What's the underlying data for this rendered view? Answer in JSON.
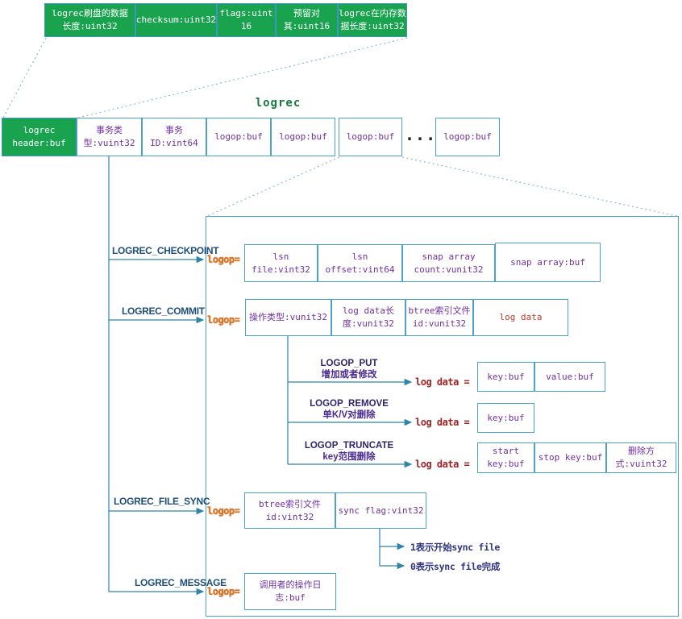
{
  "title": "logrec",
  "ellipsis": "...",
  "connectors": {
    "logop_eq": "logop=",
    "logdata_eq": "log data ="
  },
  "header_fields": [
    "logrec刷盘的数据\n长度:uint32",
    "checksum:uint32",
    "flags:uint\n16",
    "预留对\n其:uint16",
    "logrec在内存数\n据长度:uint32"
  ],
  "record_fields": [
    "logrec\nheader:buf",
    "事务类\n型:vuint32",
    "事务\nID:vint64",
    "logop:buf",
    "logop:buf",
    "logop:buf",
    "logop:buf"
  ],
  "sections": {
    "checkpoint": {
      "label": "LOGREC_CHECKPOINT",
      "fields": [
        "lsn\nfile:vint32",
        "lsn\noffset:vint64",
        "snap array\ncount:vunit32",
        "snap array:buf"
      ]
    },
    "commit": {
      "label": "LOGREC_COMMIT",
      "fields": [
        "操作类型:vunit32",
        "log data长\n度:vunit32",
        "btree索引文件\nid:vunit32",
        "log data"
      ]
    },
    "put": {
      "label": "LOGOP_PUT",
      "desc": "增加或者修改",
      "fields": [
        "key:buf",
        "value:buf"
      ]
    },
    "remove": {
      "label": "LOGOP_REMOVE",
      "desc": "单K/V对删除",
      "fields": [
        "key:buf"
      ]
    },
    "truncate": {
      "label": "LOGOP_TRUNCATE",
      "desc": "key范围删除",
      "fields": [
        "start\nkey:buf",
        "stop key:buf",
        "删除方\n式:vuint32"
      ]
    },
    "file_sync": {
      "label": "LOGREC_FILE_SYNC",
      "fields": [
        "btree索引文件\nid:vint32",
        "sync flag:vint32"
      ],
      "notes": [
        "1表示开始sync file",
        "0表示sync file完成"
      ]
    },
    "message": {
      "label": "LOGREC_MESSAGE",
      "fields": [
        "调用者的操作日\n志:buf"
      ]
    }
  },
  "colors": {
    "field_green": "#1aa34f",
    "box_border_blue": "#4da3c7",
    "field_text_purple": "#7030a0",
    "section_label_navy": "#1f4e79",
    "logop_orange": "#e0761c",
    "log_data_red": "#c63828",
    "connector_teal": "#2e85a8",
    "title_green": "#157a3c"
  }
}
